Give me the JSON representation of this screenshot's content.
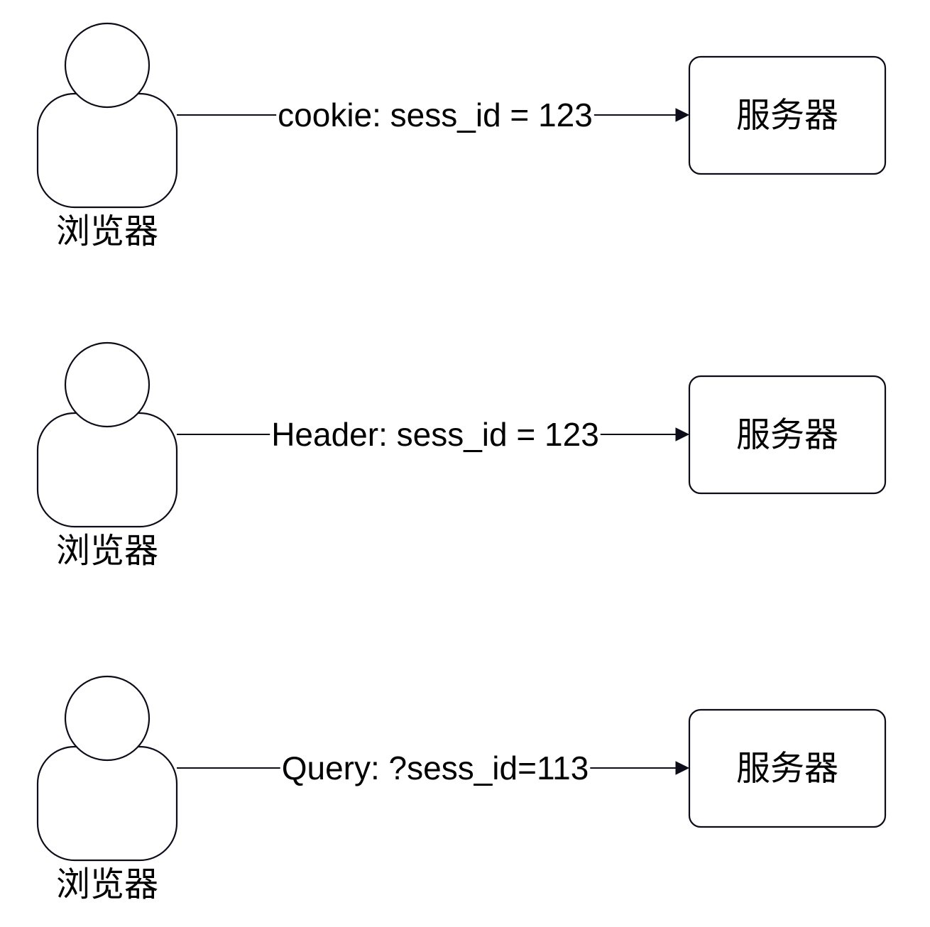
{
  "diagram": {
    "rows": [
      {
        "client_label": "浏览器",
        "edge_label": "cookie: sess_id = 123",
        "server_label": "服务器"
      },
      {
        "client_label": "浏览器",
        "edge_label": "Header: sess_id = 123",
        "server_label": "服务器"
      },
      {
        "client_label": "浏览器",
        "edge_label": "Query: ?sess_id=113",
        "server_label": "服务器"
      }
    ],
    "colors": {
      "stroke": "#0d0d1a",
      "fill": "#ffffff",
      "text": "#000000"
    },
    "icons": {
      "client": "user-actor-icon",
      "server": "rounded-rectangle-node"
    }
  }
}
